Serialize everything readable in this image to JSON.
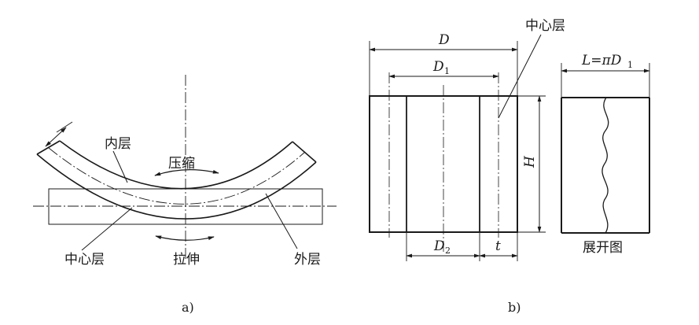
{
  "panel_a": {
    "inner_layer": "内层",
    "compression": "压缩",
    "neutral_layer": "中心层",
    "stretching": "拉伸",
    "outer_layer": "外层",
    "caption": "a)"
  },
  "panel_b": {
    "neutral_layer": "中心层",
    "dim_D": "D",
    "dim_D1_main": "D",
    "dim_D1_sub": "1",
    "dim_D2_main": "D",
    "dim_D2_sub": "2",
    "dim_t": "t",
    "dim_H": "H",
    "unfold_formula_main": "L=πD",
    "unfold_formula_sub": "1",
    "unfolded_view": "展开图",
    "caption": "b)"
  },
  "colors": {
    "ink": "#1a1a1a",
    "background": "#ffffff"
  }
}
